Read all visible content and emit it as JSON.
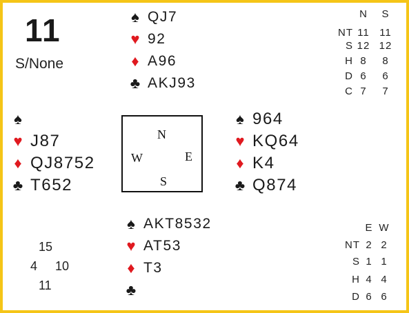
{
  "board": {
    "number": "11",
    "dealer_vul": "S/None"
  },
  "compass": {
    "n": "N",
    "w": "W",
    "e": "E",
    "s": "S"
  },
  "hands": {
    "north": {
      "spades": "QJ7",
      "hearts": "92",
      "diamonds": "A96",
      "clubs": "AKJ93"
    },
    "west": {
      "spades": "",
      "hearts": "J87",
      "diamonds": "QJ8752",
      "clubs": "T652"
    },
    "east": {
      "spades": "964",
      "hearts": "KQ64",
      "diamonds": "K4",
      "clubs": "Q874"
    },
    "south": {
      "spades": "AKT8532",
      "hearts": "AT53",
      "diamonds": "T3",
      "clubs": ""
    }
  },
  "suit_symbols": {
    "spades": "♠",
    "hearts": "♥",
    "diamonds": "♦",
    "clubs": "♣"
  },
  "colors": {
    "black_suit": "#1a1a1a",
    "red_suit": "#e0191f",
    "border": "#f5c518"
  },
  "ns_table": {
    "headers": [
      "N",
      "S"
    ],
    "rows": [
      {
        "strain": "NT",
        "n": "11",
        "s": "11"
      },
      {
        "strain": "S",
        "n": "12",
        "s": "12"
      },
      {
        "strain": "H",
        "n": "8",
        "s": "8"
      },
      {
        "strain": "D",
        "n": "6",
        "s": "6"
      },
      {
        "strain": "C",
        "n": "7",
        "s": "7"
      }
    ]
  },
  "ew_table": {
    "headers": [
      "E",
      "W"
    ],
    "rows": [
      {
        "strain": "NT",
        "e": "2",
        "w": "2"
      },
      {
        "strain": "S",
        "e": "1",
        "w": "1"
      },
      {
        "strain": "H",
        "e": "4",
        "w": "4"
      },
      {
        "strain": "D",
        "e": "6",
        "w": "6"
      }
    ]
  },
  "hcp": {
    "north": "15",
    "west": "4",
    "east": "10",
    "south": "11"
  }
}
